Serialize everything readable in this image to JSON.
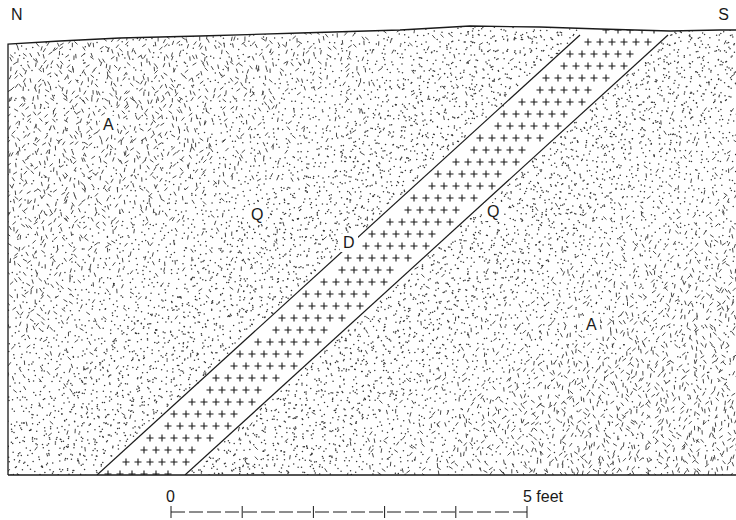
{
  "diagram": {
    "labels": [
      "N",
      "S",
      "A",
      "Q",
      "D",
      "Q",
      "A",
      "0",
      "5 feet"
    ]
  }
}
